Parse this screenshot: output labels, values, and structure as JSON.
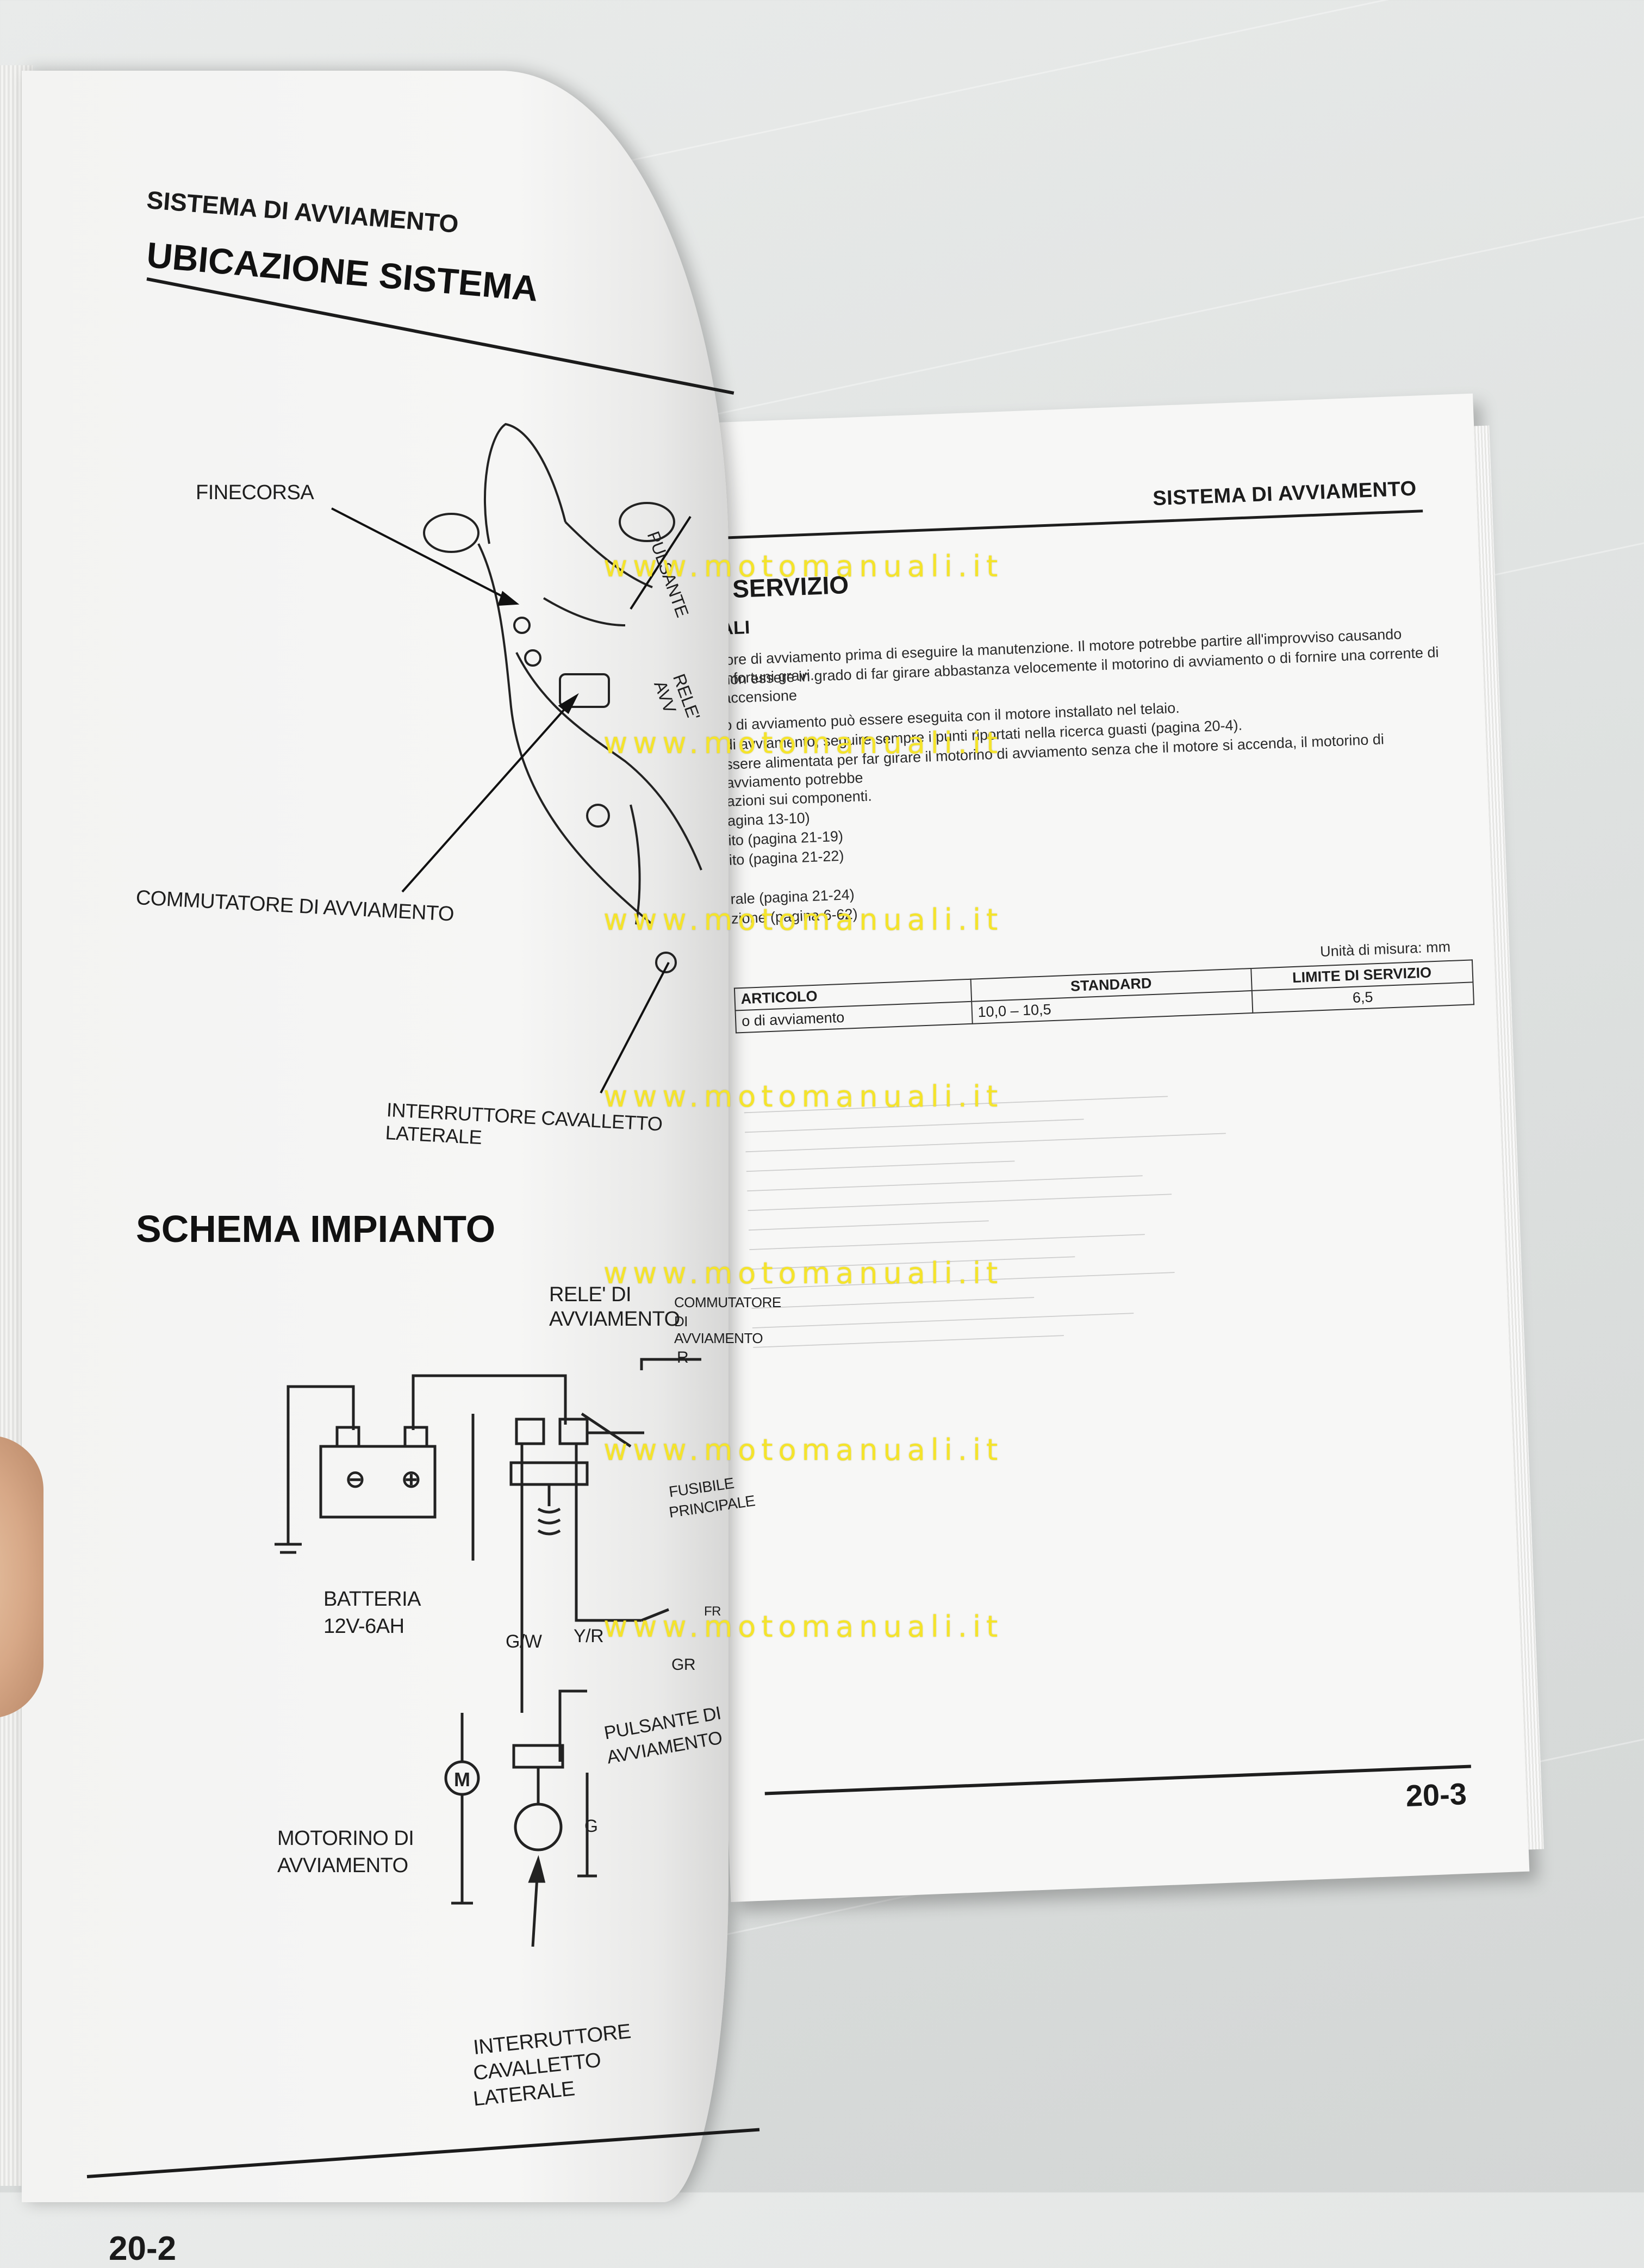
{
  "watermark": "www.motomanuali.it",
  "left_page": {
    "header": "SISTEMA DI AVVIAMENTO",
    "title": "UBICAZIONE SISTEMA",
    "labels": {
      "finecorsa": "FINECORSA",
      "pulsante": "PULSANTE",
      "rele": "RELE' AVV",
      "commutatore": "COMMUTATORE DI AVVIAMENTO",
      "interruttore": "INTERRUTTORE CAVALLETTO LATERALE"
    },
    "section2": "SCHEMA IMPIANTO",
    "schema": {
      "rele_di": "RELE' DI",
      "avviamento": "AVVIAMENTO",
      "commutatore": "COMMUTATORE",
      "di_avviamento": "DI AVVIAMENTO",
      "r": "R",
      "fusibile": "FUSIBILE",
      "principale": "PRINCIPALE",
      "batteria": "BATTERIA",
      "batteria_spec": "12V-6AH",
      "gw": "G/W",
      "yr": "Y/R",
      "gr": "GR",
      "fr": "FR",
      "pulsante_di": "PULSANTE DI",
      "pulsante_avv": "AVVIAMENTO",
      "motorino_1": "MOTORINO DI",
      "motorino_2": "AVVIAMENTO",
      "motor_symbol": "M",
      "g": "G",
      "int_1": "INTERRUTTORE",
      "int_2": "CAVALLETTO",
      "int_3": "LATERALE"
    },
    "page_number": "20-2"
  },
  "right_page": {
    "header": "SISTEMA DI AVVIAMENTO",
    "section": "I SERVIZIO",
    "subsection": "ALI",
    "para1": "tore di avviamento prima di eseguire la manutenzione. Il motore potrebbe partire all'improvviso causando infortuni gravi.",
    "para1b": "non essere in grado di far girare abbastanza velocemente il motorino di avviamento o di fornire una corrente di accensione",
    "para2": "o di avviamento può essere eseguita con il motore installato nel telaio.",
    "para3": "di avviamento, seguire sempre i punti riportati nella ricerca guasti (pagina 20-4).",
    "para4": "ssere alimentata per far girare il motorino di avviamento senza che il motore si accenda, il motorino di avviamento potrebbe",
    "para5": "azioni sui componenti.",
    "refs": [
      "agina 13-10)",
      "ito (pagina 21-19)",
      "ito (pagina 21-22)",
      "rale (pagina 21-24)",
      "zione (pagina 6-62)"
    ],
    "unit_note": "Unità di misura: mm",
    "table": {
      "headers": [
        "ARTICOLO",
        "STANDARD",
        "LIMITE DI SERVIZIO"
      ],
      "row": [
        "o di avviamento",
        "10,0 – 10,5",
        "6,5"
      ]
    },
    "page_number": "20-3"
  }
}
